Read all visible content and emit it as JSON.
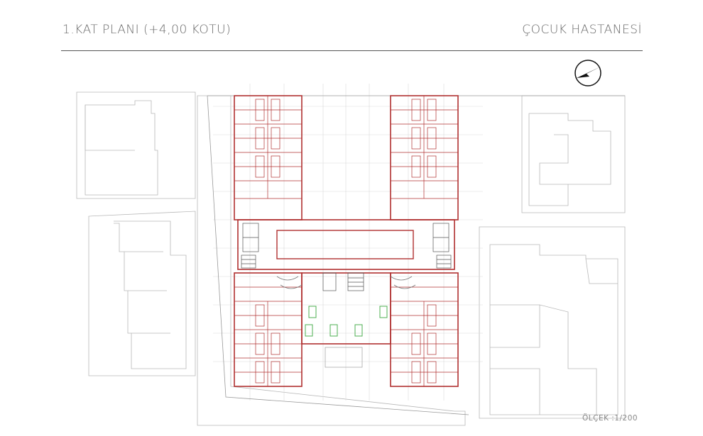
{
  "header": {
    "left_title": "1.KAT PLANI (+4,00  KOTU)",
    "right_title": "ÇOCUK HASTANESİ"
  },
  "footer": {
    "scale_label": "ÖLÇEK :1/200"
  },
  "north_arrow": {
    "icon": "north-arrow-icon"
  },
  "colors": {
    "wall": "#b03030",
    "context": "#b8b8b8",
    "grid": "#d6d6d6",
    "furniture_green": "#4caf50",
    "text": "#6a6a6a"
  }
}
